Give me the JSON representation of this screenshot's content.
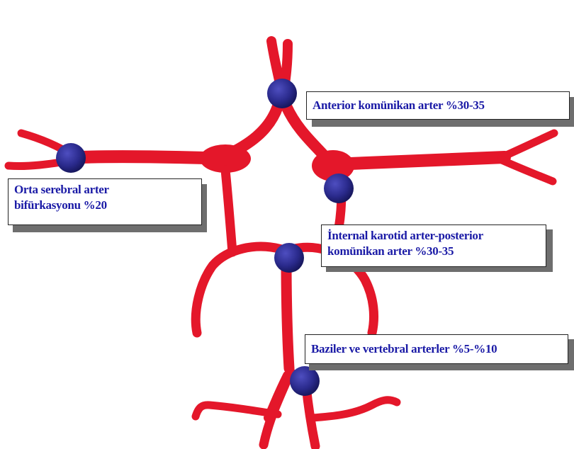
{
  "colors": {
    "artery": "#e4172a",
    "aneurysm_marker": "#2a2a8c",
    "label_text": "#1a1aa6"
  },
  "labels": {
    "anterior": "Anterior komünikan arter %30-35",
    "middle_cerebral_line1": "Orta serebral arter",
    "middle_cerebral_line2": "bifürkasyonu %20",
    "internal_carotid_line1": "İnternal karotid arter-posterior",
    "internal_carotid_line2": "komünikan arter %30-35",
    "basilar": "Baziler ve vertebral arterler %5-%10"
  }
}
